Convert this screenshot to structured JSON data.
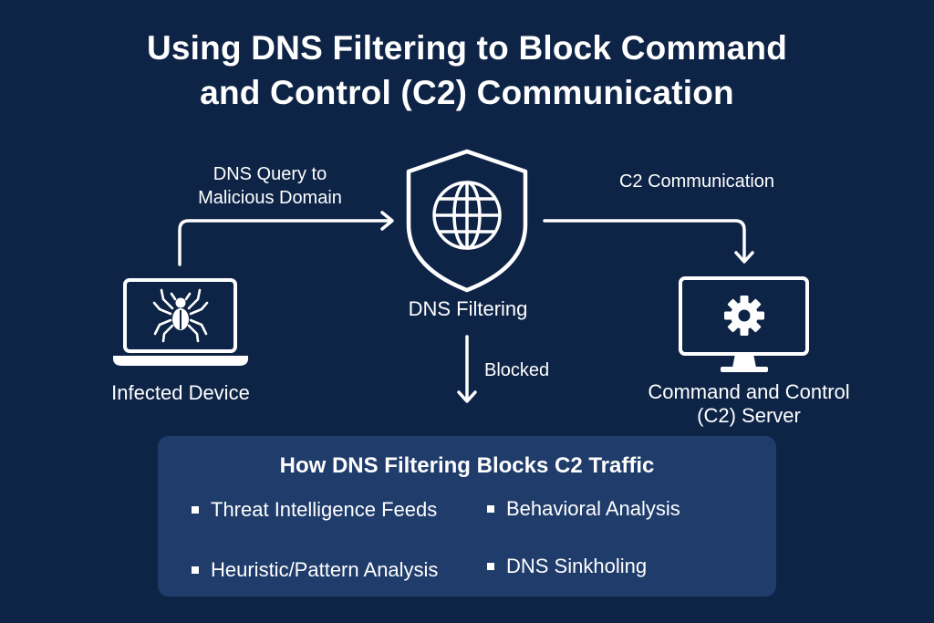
{
  "title": {
    "line1": "Using DNS Filtering to Block Command",
    "line2": "and Control (C2) Communication"
  },
  "nodes": {
    "infected_device": {
      "label": "Infected Device",
      "icon": "laptop-spider-icon"
    },
    "dns_filtering": {
      "label": "DNS Filtering",
      "icon": "shield-globe-icon"
    },
    "c2_server": {
      "label_line1": "Command and Control",
      "label_line2": "(C2) Server",
      "icon": "monitor-gear-icon"
    }
  },
  "edges": {
    "query": {
      "line1": "DNS Query to",
      "line2": "Malicious Domain"
    },
    "c2_comm": {
      "label": "C2 Communication"
    },
    "blocked": {
      "label": "Blocked"
    }
  },
  "panel": {
    "title": "How DNS Filtering Blocks C2 Traffic",
    "items": [
      "Threat Intelligence Feeds",
      "Behavioral Analysis",
      "Heuristic/Pattern Analysis",
      "DNS Sinkholing"
    ]
  },
  "colors": {
    "background": "#0e2447",
    "panel": "#1f3c6b",
    "foreground": "#ffffff"
  }
}
